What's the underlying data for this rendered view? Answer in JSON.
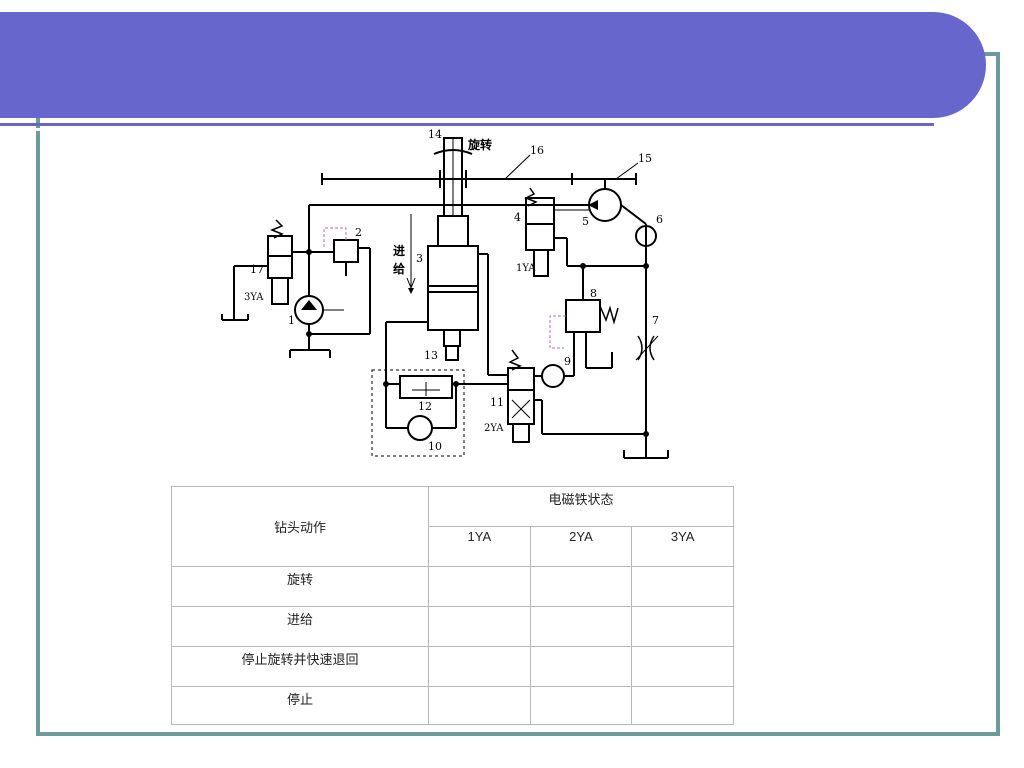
{
  "colors": {
    "banner": "#6666cc",
    "frame": "#6a9a9a",
    "magenta_pilot": "#cc66cc"
  },
  "diagram": {
    "labels": {
      "n14": "14",
      "rotate": "旋转",
      "n16": "16",
      "n15": "15",
      "n4": "4",
      "n5": "5",
      "n6": "6",
      "n1ya": "1YA",
      "n2": "2",
      "feed_a": "进",
      "feed_b": "给",
      "n3": "3",
      "n17": "17",
      "n3ya": "3YA",
      "n1": "1",
      "n8": "8",
      "n7": "7",
      "n13": "13",
      "n9": "9",
      "n12": "12",
      "n11": "11",
      "n2ya": "2YA",
      "n10": "10"
    }
  },
  "table": {
    "action_header": "钻头动作",
    "magnet_header": "电磁铁状态",
    "cols": [
      "1YA",
      "2YA",
      "3YA"
    ],
    "rows": [
      "旋转",
      "进给",
      "停止旋转并快速退回",
      "停止"
    ]
  }
}
